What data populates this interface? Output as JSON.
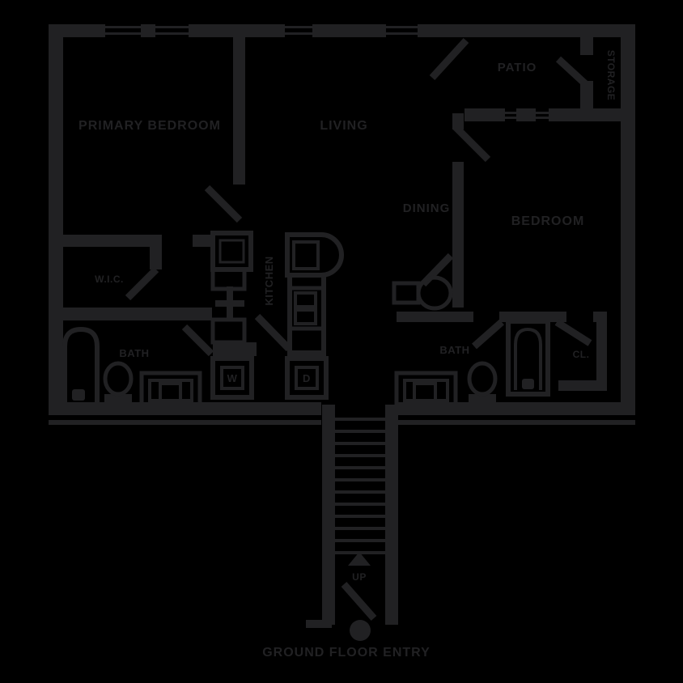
{
  "colors": {
    "background": "#000000",
    "ink": "#212123"
  },
  "labels": {
    "primary_bedroom": "PRIMARY BEDROOM",
    "living": "LIVING",
    "patio": "PATIO",
    "storage": "STORAGE",
    "dining": "DINING",
    "bedroom": "BEDROOM",
    "kitchen": "KITCHEN",
    "wic": "W.I.C.",
    "bath_primary": "BATH",
    "bath_hall": "BATH",
    "closet": "CL.",
    "washer": "W",
    "dryer": "D",
    "stairs_up": "UP",
    "entry": "GROUND FLOOR ENTRY"
  }
}
